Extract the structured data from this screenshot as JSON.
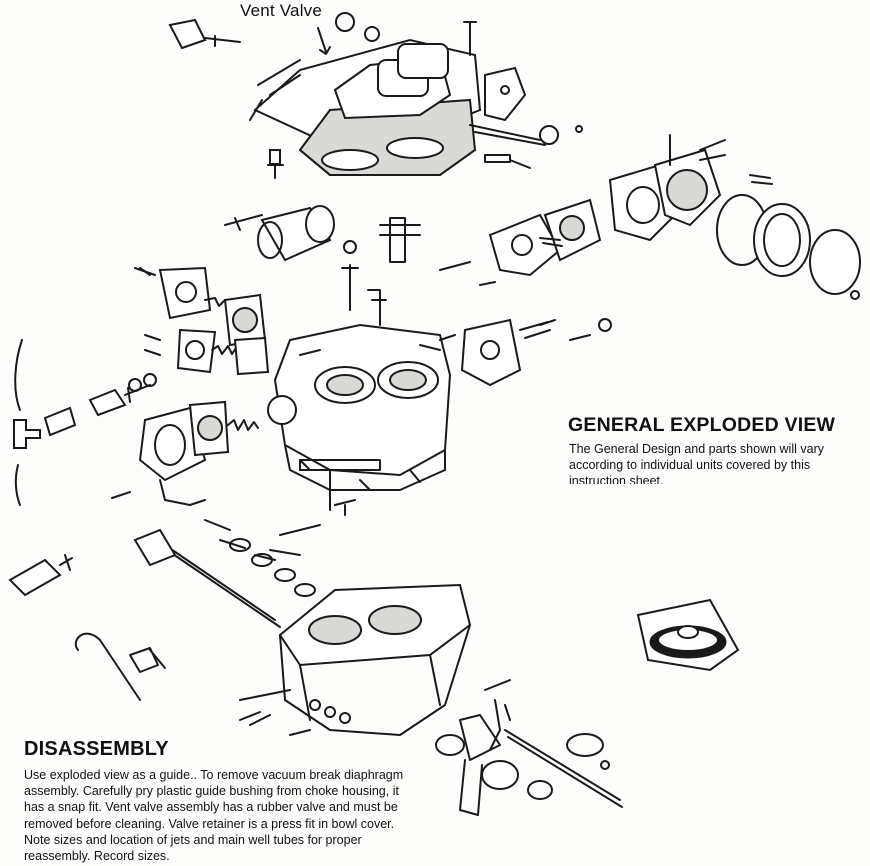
{
  "callouts": {
    "vent_valve": "Vent Valve"
  },
  "general_view": {
    "title": "GENERAL EXPLODED VIEW",
    "lines": [
      "The General Design and parts shown will vary",
      "according to individual units covered by this",
      "instruction sheet."
    ]
  },
  "disassembly": {
    "title": "DISASSEMBLY",
    "lines": [
      "Use exploded view as a guide.. To remove vacuum break diaphragm",
      "assembly. Carefully pry plastic guide bushing from choke housing, it",
      "has a snap fit. Vent valve assembly has a rubber valve  and must be",
      "removed before cleaning. Valve retainer is a press fit in bowl cover.",
      "Note sizes and location of jets and main well tubes for proper",
      "reassembly. Record sizes."
    ]
  }
}
